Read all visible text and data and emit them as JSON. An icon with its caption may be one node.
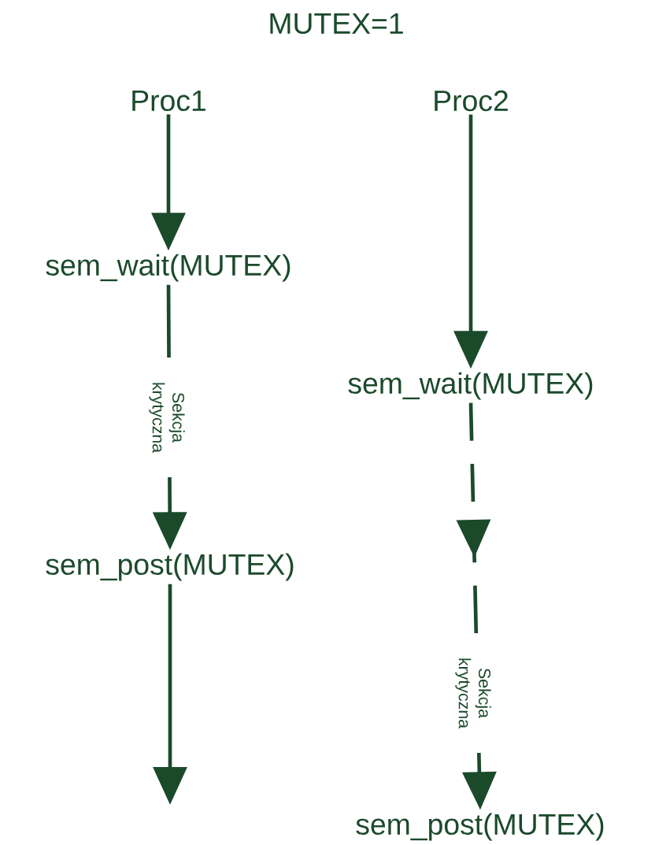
{
  "diagram": {
    "title": "MUTEX=1",
    "nodes": [
      {
        "text": [
          "Proc1"
        ]
      },
      {
        "text": [
          "sem_wait(MUTEX)"
        ]
      },
      {
        "text": [
          "sem_post(MUTEX)"
        ]
      },
      {
        "text": [
          "Proc2"
        ]
      },
      {
        "text": [
          "sem_wait(MUTEX)"
        ]
      },
      {
        "text": [
          "sem_post(MUTEX)"
        ]
      }
    ],
    "edges": [
      {
        "from": 0,
        "to": 1,
        "arrow": "to"
      },
      {
        "from": 1,
        "to": 2,
        "arrow": "to",
        "label": "Sekcja krytyczna"
      },
      {
        "from": 2,
        "to": null,
        "arrow": "to"
      },
      {
        "from": 3,
        "to": 4,
        "arrow": "to"
      },
      {
        "from": 4,
        "to": 5,
        "arrow": "to",
        "label": "Sekcja krytyczna",
        "style": "dashed"
      }
    ]
  }
}
